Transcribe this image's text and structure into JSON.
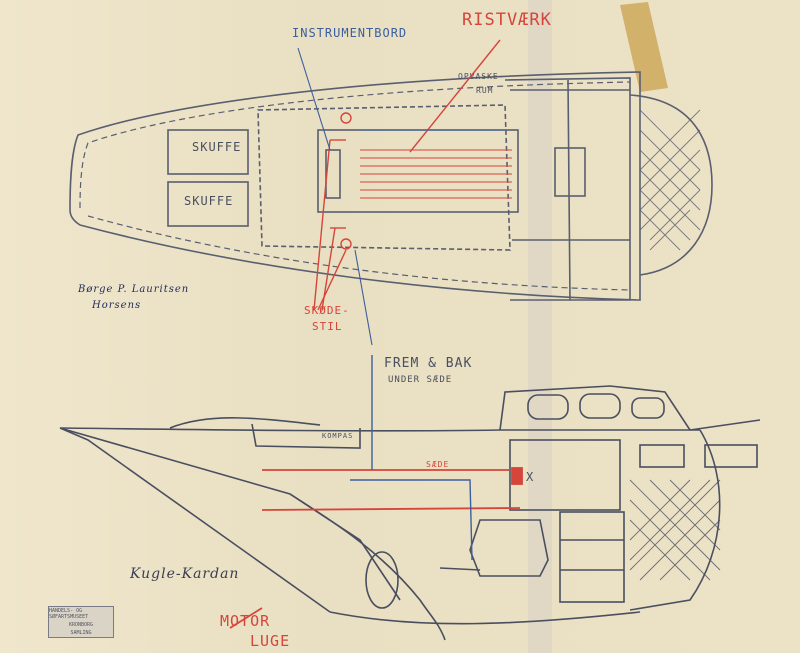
{
  "labels": {
    "instrumentbord": "INSTRUMENTBORD",
    "ristvaerk": "RISTVÆRK",
    "opvask_line1": "OPVASKE-",
    "opvask_line2": "RUM",
    "skuffe_upper": "SKUFFE",
    "skuffe_lower": "SKUFFE",
    "skodestil_line1": "SKØDE-",
    "skodestil_line2": "STIL",
    "frem_bak": "FREM & BAK",
    "under_sede": "UNDER SÆDE",
    "saede": "SÆDE",
    "kompas": "KOMPAS",
    "kugle_kardan": "Kugle-Kardan",
    "motor_lugefirst": "MOTOR",
    "motor_lugesecond": "LUGE",
    "x_mark": "X"
  },
  "signature": {
    "name": "Børge P. Lauritsen",
    "place": "Horsens"
  },
  "stamp": {
    "line1": "HANDELS- OG SØFARTSMUSEET",
    "line2": "KRONBORG",
    "line3": "SAMLING"
  },
  "colors": {
    "paper": "#ece2c6",
    "pencil": "#4a4f60",
    "blue_pencil": "#3c5f9e",
    "red_pencil": "#d6453a",
    "ink": "#1e2a5a",
    "tape": "#c9a24c"
  }
}
